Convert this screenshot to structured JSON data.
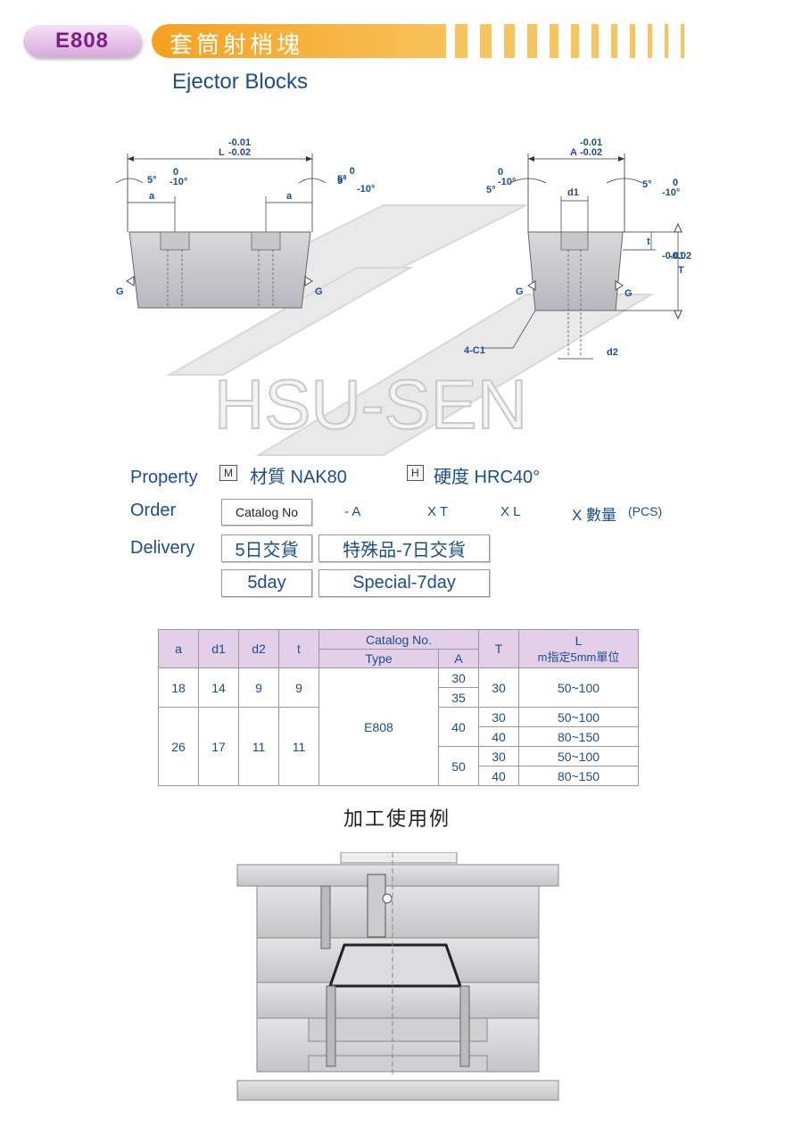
{
  "header": {
    "code": "E808",
    "title_zh": "套筒射梢塊",
    "subtitle": "Ejector Blocks"
  },
  "drawing_left": {
    "L_tol_top": "-0.01",
    "L_label": "L",
    "L_tol_bottom": "-0.02",
    "angle_left": "5°",
    "angle_left_tol_top": "0",
    "angle_left_tol_bottom": "-10°",
    "angle_right": "5°",
    "angle_right_tol_top": "0",
    "angle_right_tol_bottom": "-10°",
    "a_left": "a",
    "a_right": "a",
    "g_left": "G",
    "g_right": "G"
  },
  "drawing_right": {
    "A_tol_top": "-0.01",
    "A_label": "A",
    "A_tol_bottom": "-0.02",
    "angle_left": "5°",
    "angle_left_tol_top": "0",
    "angle_left_tol_bottom": "-10°",
    "angle_right": "5°",
    "angle_right_tol_top": "0",
    "angle_right_tol_bottom": "-10°",
    "d1": "d1",
    "d2": "d2",
    "t": "t",
    "T_label": "T",
    "T_tol_top": "-0.01",
    "T_tol_bottom": "-0.02",
    "chamfer": "4-C1",
    "g_left": "G",
    "g_right": "G"
  },
  "watermark": "HSU-SEN",
  "property": {
    "label": "Property",
    "m_box": "M",
    "material": "材質  NAK80",
    "h_box": "H",
    "hardness": "硬度 HRC40°"
  },
  "order": {
    "label": "Order",
    "catalog_box": "Catalog No",
    "a": "-   A",
    "t": "X T",
    "l": "X L",
    "qty": "X 數量",
    "pcs": "(PCS)"
  },
  "delivery": {
    "label": "Delivery",
    "std_zh": "5日交貨",
    "special_zh": "特殊品-7日交貨",
    "std_en": "5day",
    "special_en": "Special-7day"
  },
  "table": {
    "h_a": "a",
    "h_d1": "d1",
    "h_d2": "d2",
    "h_t": "t",
    "h_catalog": "Catalog No.",
    "h_type": "Type",
    "h_A": "A",
    "h_T": "T",
    "h_L": "L",
    "h_L_note": "m指定5mm單位",
    "type": "E808",
    "g1": {
      "a": "18",
      "d1": "14",
      "d2": "9",
      "t": "9"
    },
    "g2": {
      "a": "26",
      "d1": "17",
      "d2": "11",
      "t": "11"
    },
    "A1": "30",
    "A2": "35",
    "A3": "40",
    "A4": "50",
    "T1": "30",
    "r3": {
      "T": "30",
      "L": "50~100"
    },
    "r4": {
      "T": "40",
      "L": "80~150"
    },
    "r5": {
      "T": "30",
      "L": "50~100"
    },
    "r6": {
      "T": "40",
      "L": "80~150"
    },
    "L1": "50~100"
  },
  "usage_title": "加工使用例",
  "colors": {
    "accent": "#f5a11f",
    "pill": "#d7a9dd",
    "text_blue": "#1a4e8c",
    "table_header": "#e3cfe8"
  }
}
